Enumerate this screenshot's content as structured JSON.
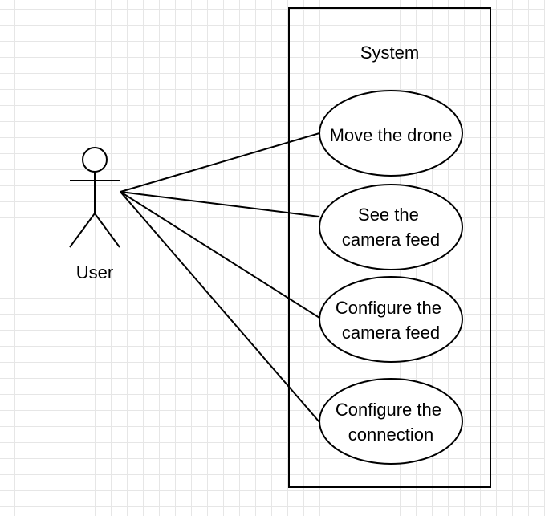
{
  "system": {
    "title": "System"
  },
  "actor": {
    "label": "User"
  },
  "use_cases": [
    {
      "lines": [
        "Move the drone"
      ]
    },
    {
      "lines": [
        "See the",
        "camera feed"
      ]
    },
    {
      "lines": [
        "Configure the",
        "camera feed"
      ]
    },
    {
      "lines": [
        "Configure the",
        "connection"
      ]
    }
  ]
}
